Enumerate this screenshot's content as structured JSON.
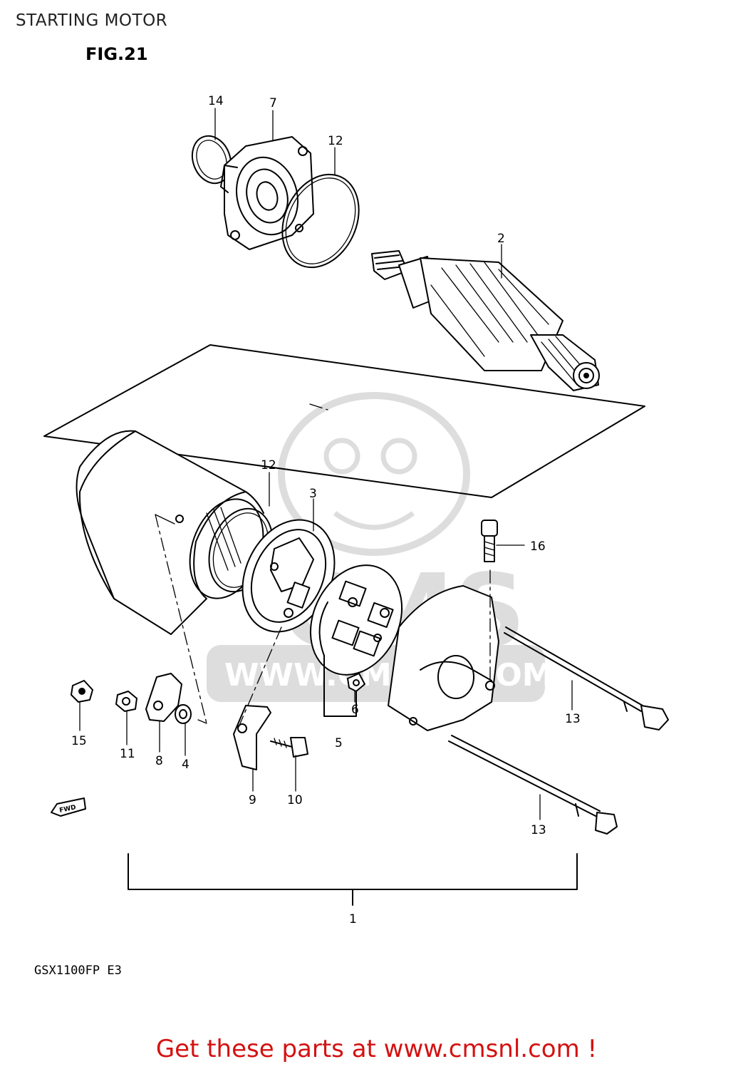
{
  "page": {
    "title": "STARTING MOTOR",
    "figure_label": "FIG.21",
    "model_code": "GSX1100FP  E3",
    "footer_text": "Get these parts at www.cmsnl.com !",
    "footer_color": "#d41111"
  },
  "watermark": {
    "brand": "CMS",
    "url_text": "WWW.CMSNL.COM"
  },
  "fwd_label": "FWD",
  "callouts": {
    "c14": "14",
    "c7": "7",
    "c12a": "12",
    "c2": "2",
    "c12b": "12",
    "c3": "3",
    "c16": "16",
    "c15": "15",
    "c11": "11",
    "c8": "8",
    "c4": "4",
    "c6": "6",
    "c5": "5",
    "c13a": "13",
    "c9": "9",
    "c10": "10",
    "c13b": "13",
    "c1": "1"
  }
}
